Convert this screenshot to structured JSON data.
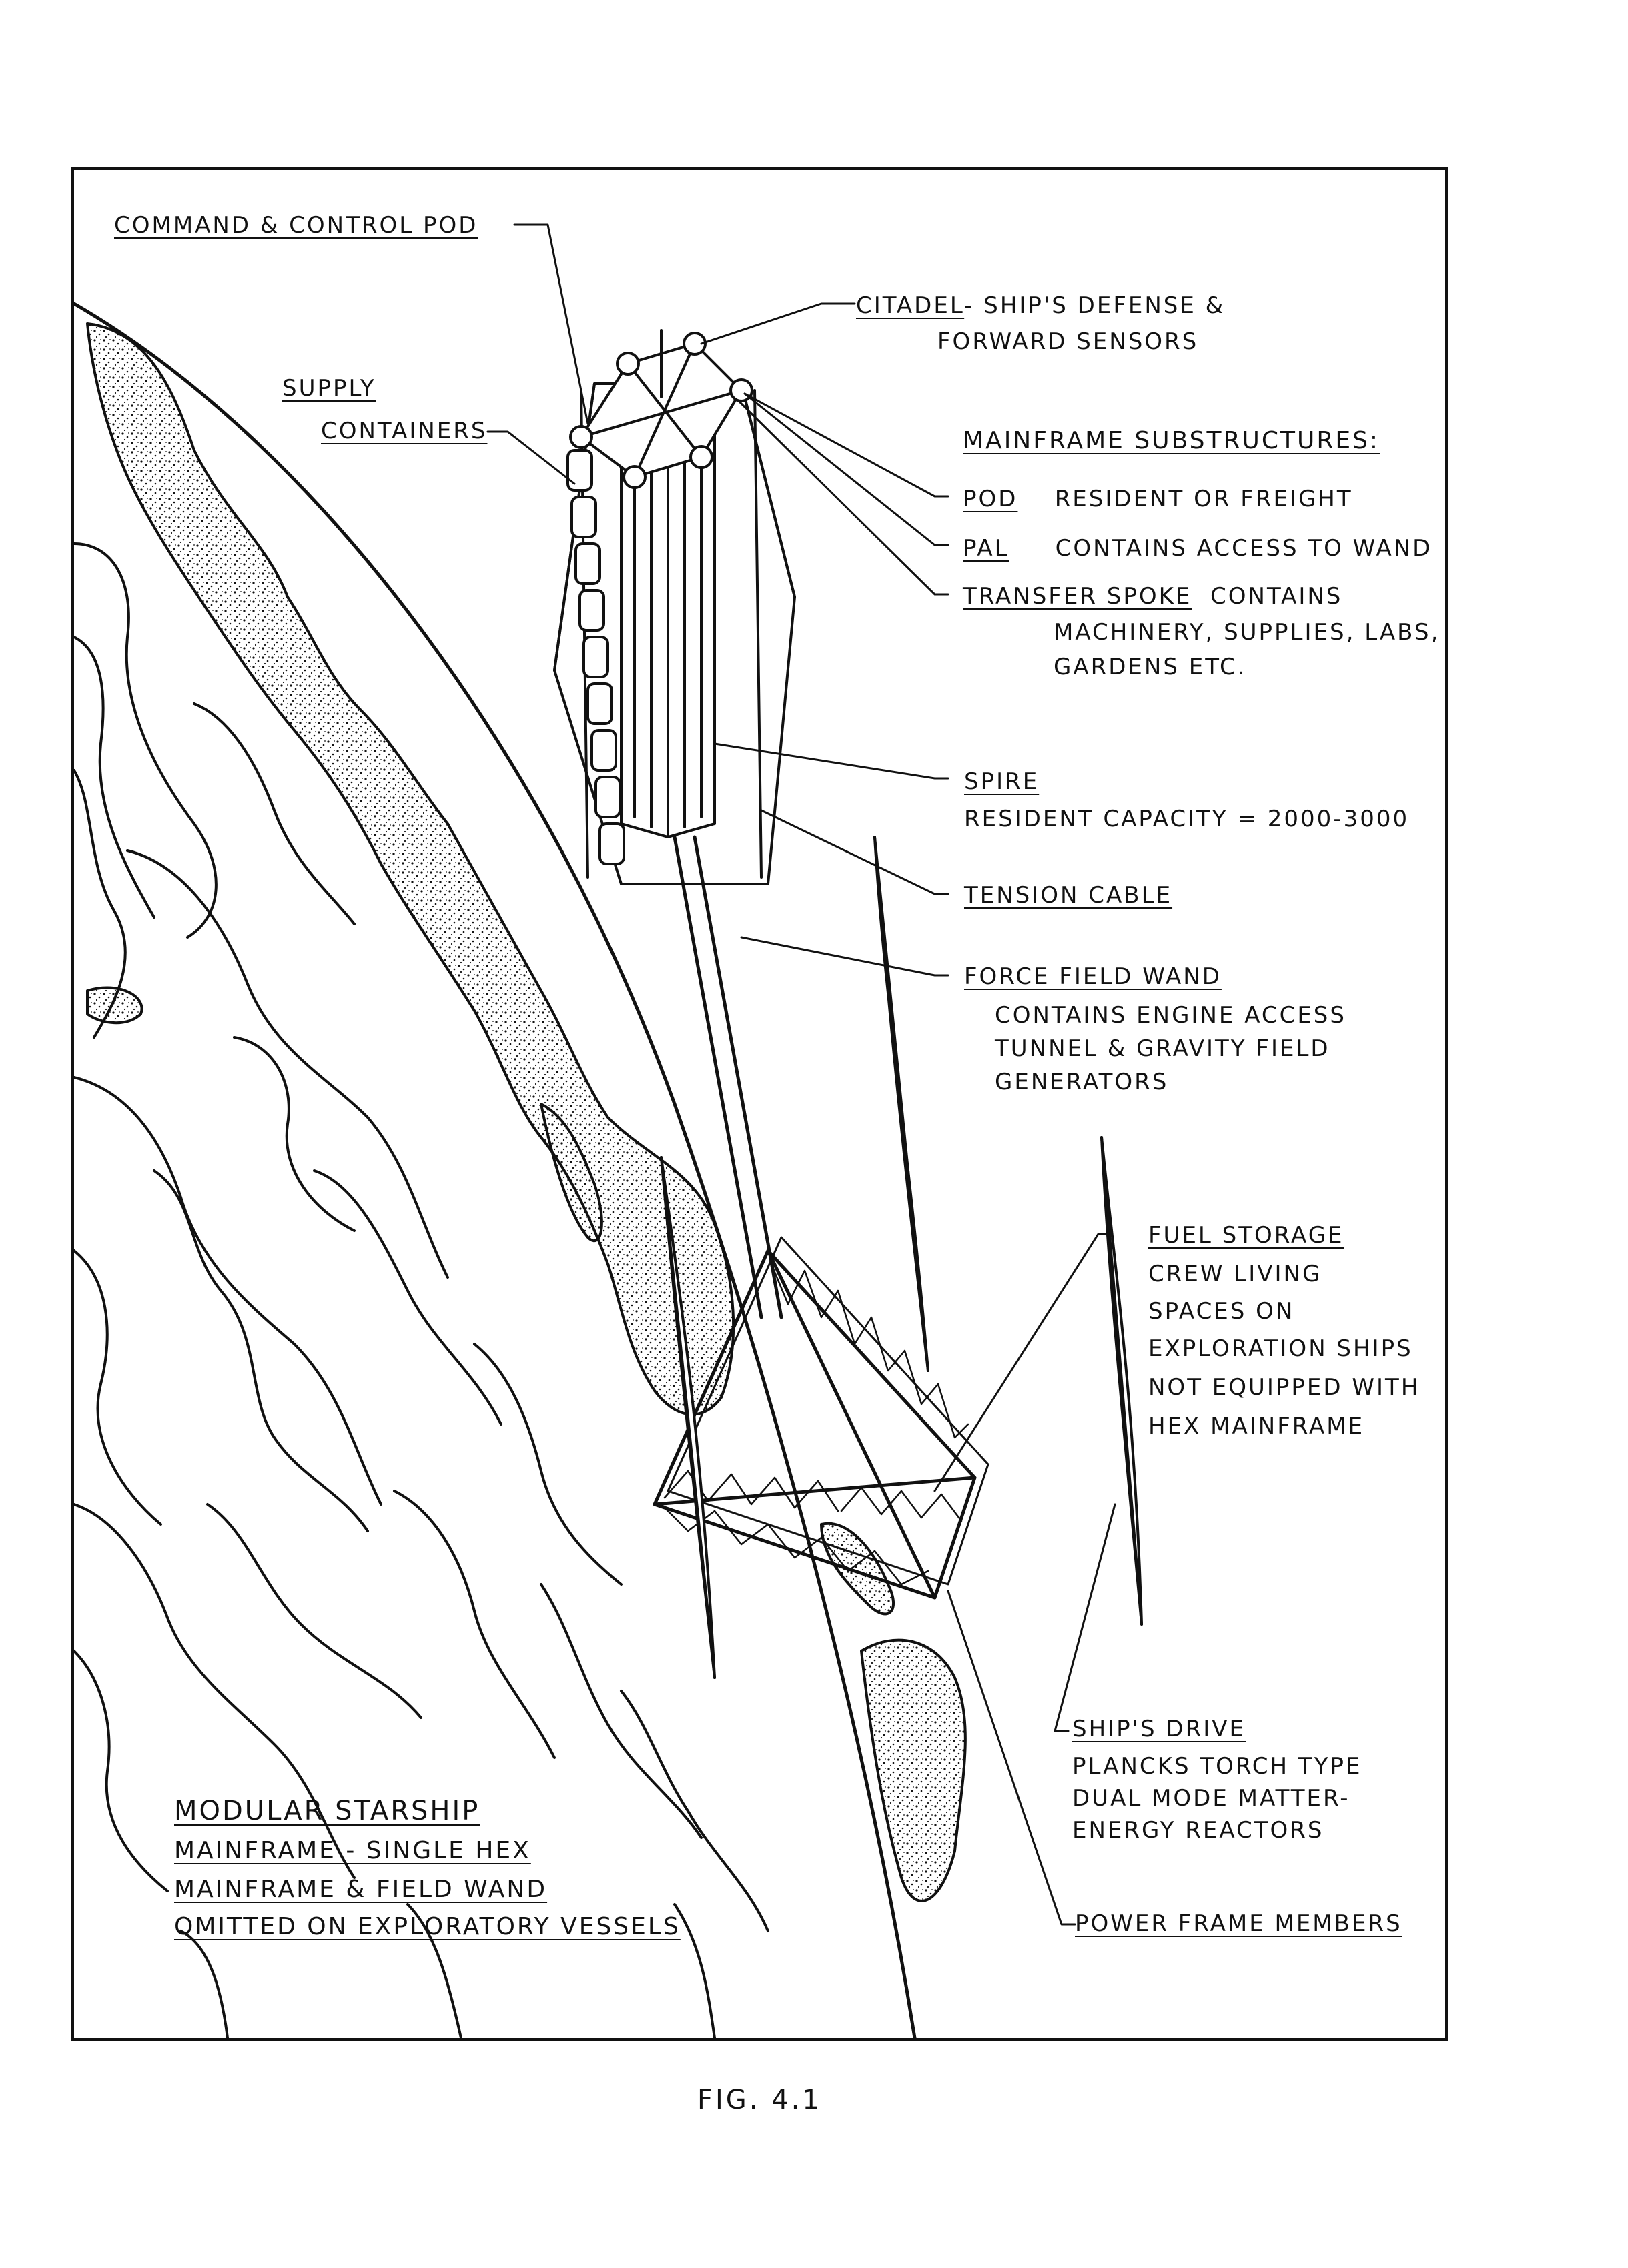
{
  "labels": {
    "command_pod": "COMMAND & CONTROL POD",
    "citadel": {
      "head": "CITADEL",
      "desc1": "- SHIP'S  DEFENSE  &",
      "desc2": "FORWARD  SENSORS"
    },
    "supply": {
      "line1": "SUPPLY",
      "line2": "CONTAINERS"
    },
    "mainframe": {
      "head": "MAINFRAME  SUBSTRUCTURES:"
    },
    "pod": {
      "head": "POD",
      "desc": "RESIDENT  OR  FREIGHT"
    },
    "pal": {
      "head": "PAL",
      "desc": "CONTAINS  ACCESS  TO  WAND"
    },
    "transfer_spoke": {
      "head": "TRANSFER  SPOKE",
      "desc1": "CONTAINS",
      "desc2": "MACHINERY,  SUPPLIES,  LABS,",
      "desc3": "GARDENS  ETC."
    },
    "spire": {
      "head": "SPIRE",
      "desc": "RESIDENT  CAPACITY = 2000-3000"
    },
    "tension_cable": "TENSION  CABLE",
    "force_field_wand": {
      "head": "FORCE  FIELD  WAND",
      "desc1": "CONTAINS  ENGINE  ACCESS",
      "desc2": "TUNNEL  &  GRAVITY  FIELD",
      "desc3": "GENERATORS"
    },
    "fuel_storage": {
      "head": "FUEL  STORAGE",
      "desc1": "CREW  LIVING",
      "desc2": "SPACES  ON",
      "desc3": "EXPLORATION  SHIPS",
      "desc4": "NOT  EQUIPPED  WITH",
      "desc5": "HEX  MAINFRAME"
    },
    "ships_drive": {
      "head": "SHIP'S  DRIVE",
      "desc1": "PLANCKS  TORCH  TYPE",
      "desc2": "DUAL  MODE  MATTER-",
      "desc3": "ENERGY  REACTORS"
    },
    "power_frame": "POWER  FRAME  MEMBERS",
    "title_block": {
      "title": "MODULAR  STARSHIP",
      "line1": "MAINFRAME - SINGLE  HEX",
      "line2": "MAINFRAME  &  FIELD  WAND",
      "line3": "OMITTED  ON  EXPLORATORY  VESSELS"
    }
  },
  "caption": "FIG.  4.1",
  "colors": {
    "ink": "#111111",
    "paper": "#ffffff"
  }
}
